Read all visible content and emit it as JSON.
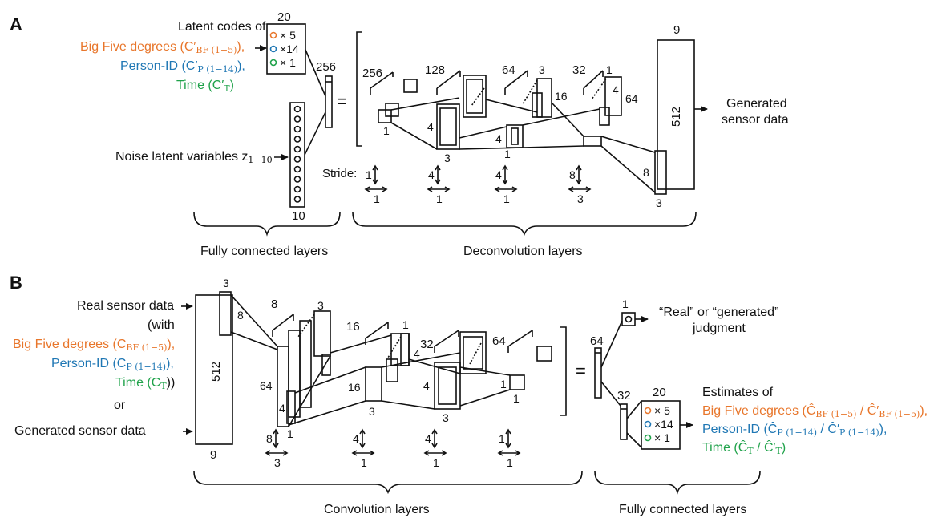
{
  "colors": {
    "orange": "#E8762B",
    "blue": "#1F77B4",
    "green": "#1FA24A",
    "ink": "#111111"
  },
  "panel_a": {
    "label": "A",
    "latent_title": "Latent codes of",
    "latent_bf": "Big Five degrees (C′",
    "latent_bf_sub": "BF (1−5)",
    "latent_bf_close": "),",
    "latent_pid": "Person-ID (C′",
    "latent_pid_sub": "P (1−14)",
    "latent_pid_close": "),",
    "latent_time": "Time (C′",
    "latent_time_sub": "T",
    "latent_time_close": ")",
    "latent_box_width": "20",
    "latent_rows": [
      "× 5",
      "×14",
      "× 1"
    ],
    "noise_text": "Noise latent variables z",
    "noise_sub": "1−10",
    "noise_count": "10",
    "fc_size": "256",
    "equals": "=",
    "dims": {
      "l1_depth": "256",
      "l1_size": "1",
      "l2_depth": "128",
      "l2_h": "4",
      "l2_w": "3",
      "l3_depth": "64",
      "l3_top": "3",
      "l3_h": "4",
      "l3_w": "1",
      "l3_side": "16",
      "l4_depth": "32",
      "l4_top": "1",
      "l4_h": "4",
      "l4_side": "64",
      "l4_h2": "8",
      "l4_w": "3"
    },
    "output_width": "9",
    "output_height": "512",
    "output_label_1": "Generated",
    "output_label_2": "sensor data",
    "stride_label": "Stride:",
    "strides": [
      {
        "v": "1",
        "h": "1"
      },
      {
        "v": "4",
        "h": "1"
      },
      {
        "v": "4",
        "h": "1"
      },
      {
        "v": "8",
        "h": "3"
      }
    ],
    "brace_fc": "Fully connected  layers",
    "brace_deconv": "Deconvolution layers"
  },
  "panel_b": {
    "label": "B",
    "real_text": "Real sensor data",
    "with_text": "(with",
    "bf_text": "Big Five degrees (C",
    "bf_sub": "BF (1−5)",
    "bf_close": "),",
    "pid_text": "Person-ID (C",
    "pid_sub": "P (1−14)",
    "pid_close": "),",
    "time_text": "Time (C",
    "time_sub": "T",
    "time_close": "))",
    "or_text": "or",
    "gen_text": "Generated sensor data",
    "input_top": "3",
    "input_side": "8",
    "input_height": "512",
    "input_width": "9",
    "dims": {
      "c1_depth": "8",
      "c1_top": "3",
      "c1_h": "64",
      "c1_inner": "4",
      "c1_w": "1",
      "c2_depth": "16",
      "c2_top": "1",
      "c2_side": "4",
      "c2_h": "16",
      "c2_w": "3",
      "c3_depth": "32",
      "c3_h": "4",
      "c3_w": "3",
      "c4_depth": "64",
      "c4_h": "1",
      "c4_w": "1"
    },
    "equals": "=",
    "fc1_size": "64",
    "judge_size": "1",
    "judge_1": "“Real” or “generated”",
    "judge_2": "judgment",
    "fc2_size": "32",
    "est_box_width": "20",
    "est_rows": [
      "× 5",
      "×14",
      "× 1"
    ],
    "est_title": "Estimates of",
    "est_bf": "Big Five degrees (Ĉ",
    "est_bf_sub": "BF (1−5)",
    "est_bf_mid": " / Ĉ′",
    "est_bf_sub2": "BF (1−5)",
    "est_bf_close": "),",
    "est_pid": "Person-ID (Ĉ",
    "est_pid_sub": "P (1−14)",
    "est_pid_mid": " / Ĉ′",
    "est_pid_sub2": "P (1−14)",
    "est_pid_close": "),",
    "est_time": "Time (Ĉ",
    "est_time_sub": "T",
    "est_time_mid": " / Ĉ′",
    "est_time_sub2": "T",
    "est_time_close": ")",
    "strides": [
      {
        "v": "8",
        "h": "3"
      },
      {
        "v": "4",
        "h": "1"
      },
      {
        "v": "4",
        "h": "1"
      },
      {
        "v": "1",
        "h": "1"
      }
    ],
    "brace_conv": "Convolution layers",
    "brace_fc": "Fully connected  layers"
  }
}
